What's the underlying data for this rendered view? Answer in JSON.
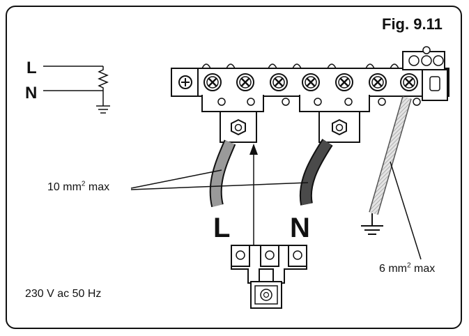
{
  "figure_label": "Fig. 9.11",
  "schematic": {
    "line_label": "L",
    "neutral_label": "N"
  },
  "terminal_labels": {
    "line": "L",
    "neutral": "N"
  },
  "cable_size_live": {
    "value": "10 mm",
    "exp": "2",
    "suffix": " max"
  },
  "cable_size_earth": {
    "value": "6 mm",
    "exp": "2",
    "suffix": " max"
  },
  "supply": "230 V ac 50 Hz",
  "colors": {
    "line_wire": "#9a9a9a",
    "neutral_wire": "#4a4a4a",
    "earth_wire": "#d8d8d8",
    "outline": "#111111"
  }
}
